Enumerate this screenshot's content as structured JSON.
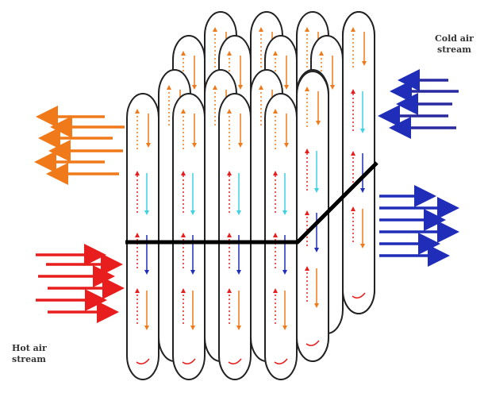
{
  "labels": {
    "cold_line1": "Cold air",
    "cold_line2": "stream",
    "hot_line1": "Hot air",
    "hot_line2": "stream"
  },
  "colors": {
    "cold_stream": "#1f2db8",
    "cold_in_outline": "#2a2aa0",
    "hot_in": "#e81e1e",
    "hot_out": "#f07a1a",
    "cyan_arrow": "#3fd0e6",
    "divider": "#000000",
    "tube_outline": "#222222"
  },
  "icons": {
    "hot_in": "arrow-right-icon",
    "hot_out": "arrow-left-icon",
    "cold_in": "arrow-left-icon",
    "cold_out": "arrow-right-icon"
  }
}
